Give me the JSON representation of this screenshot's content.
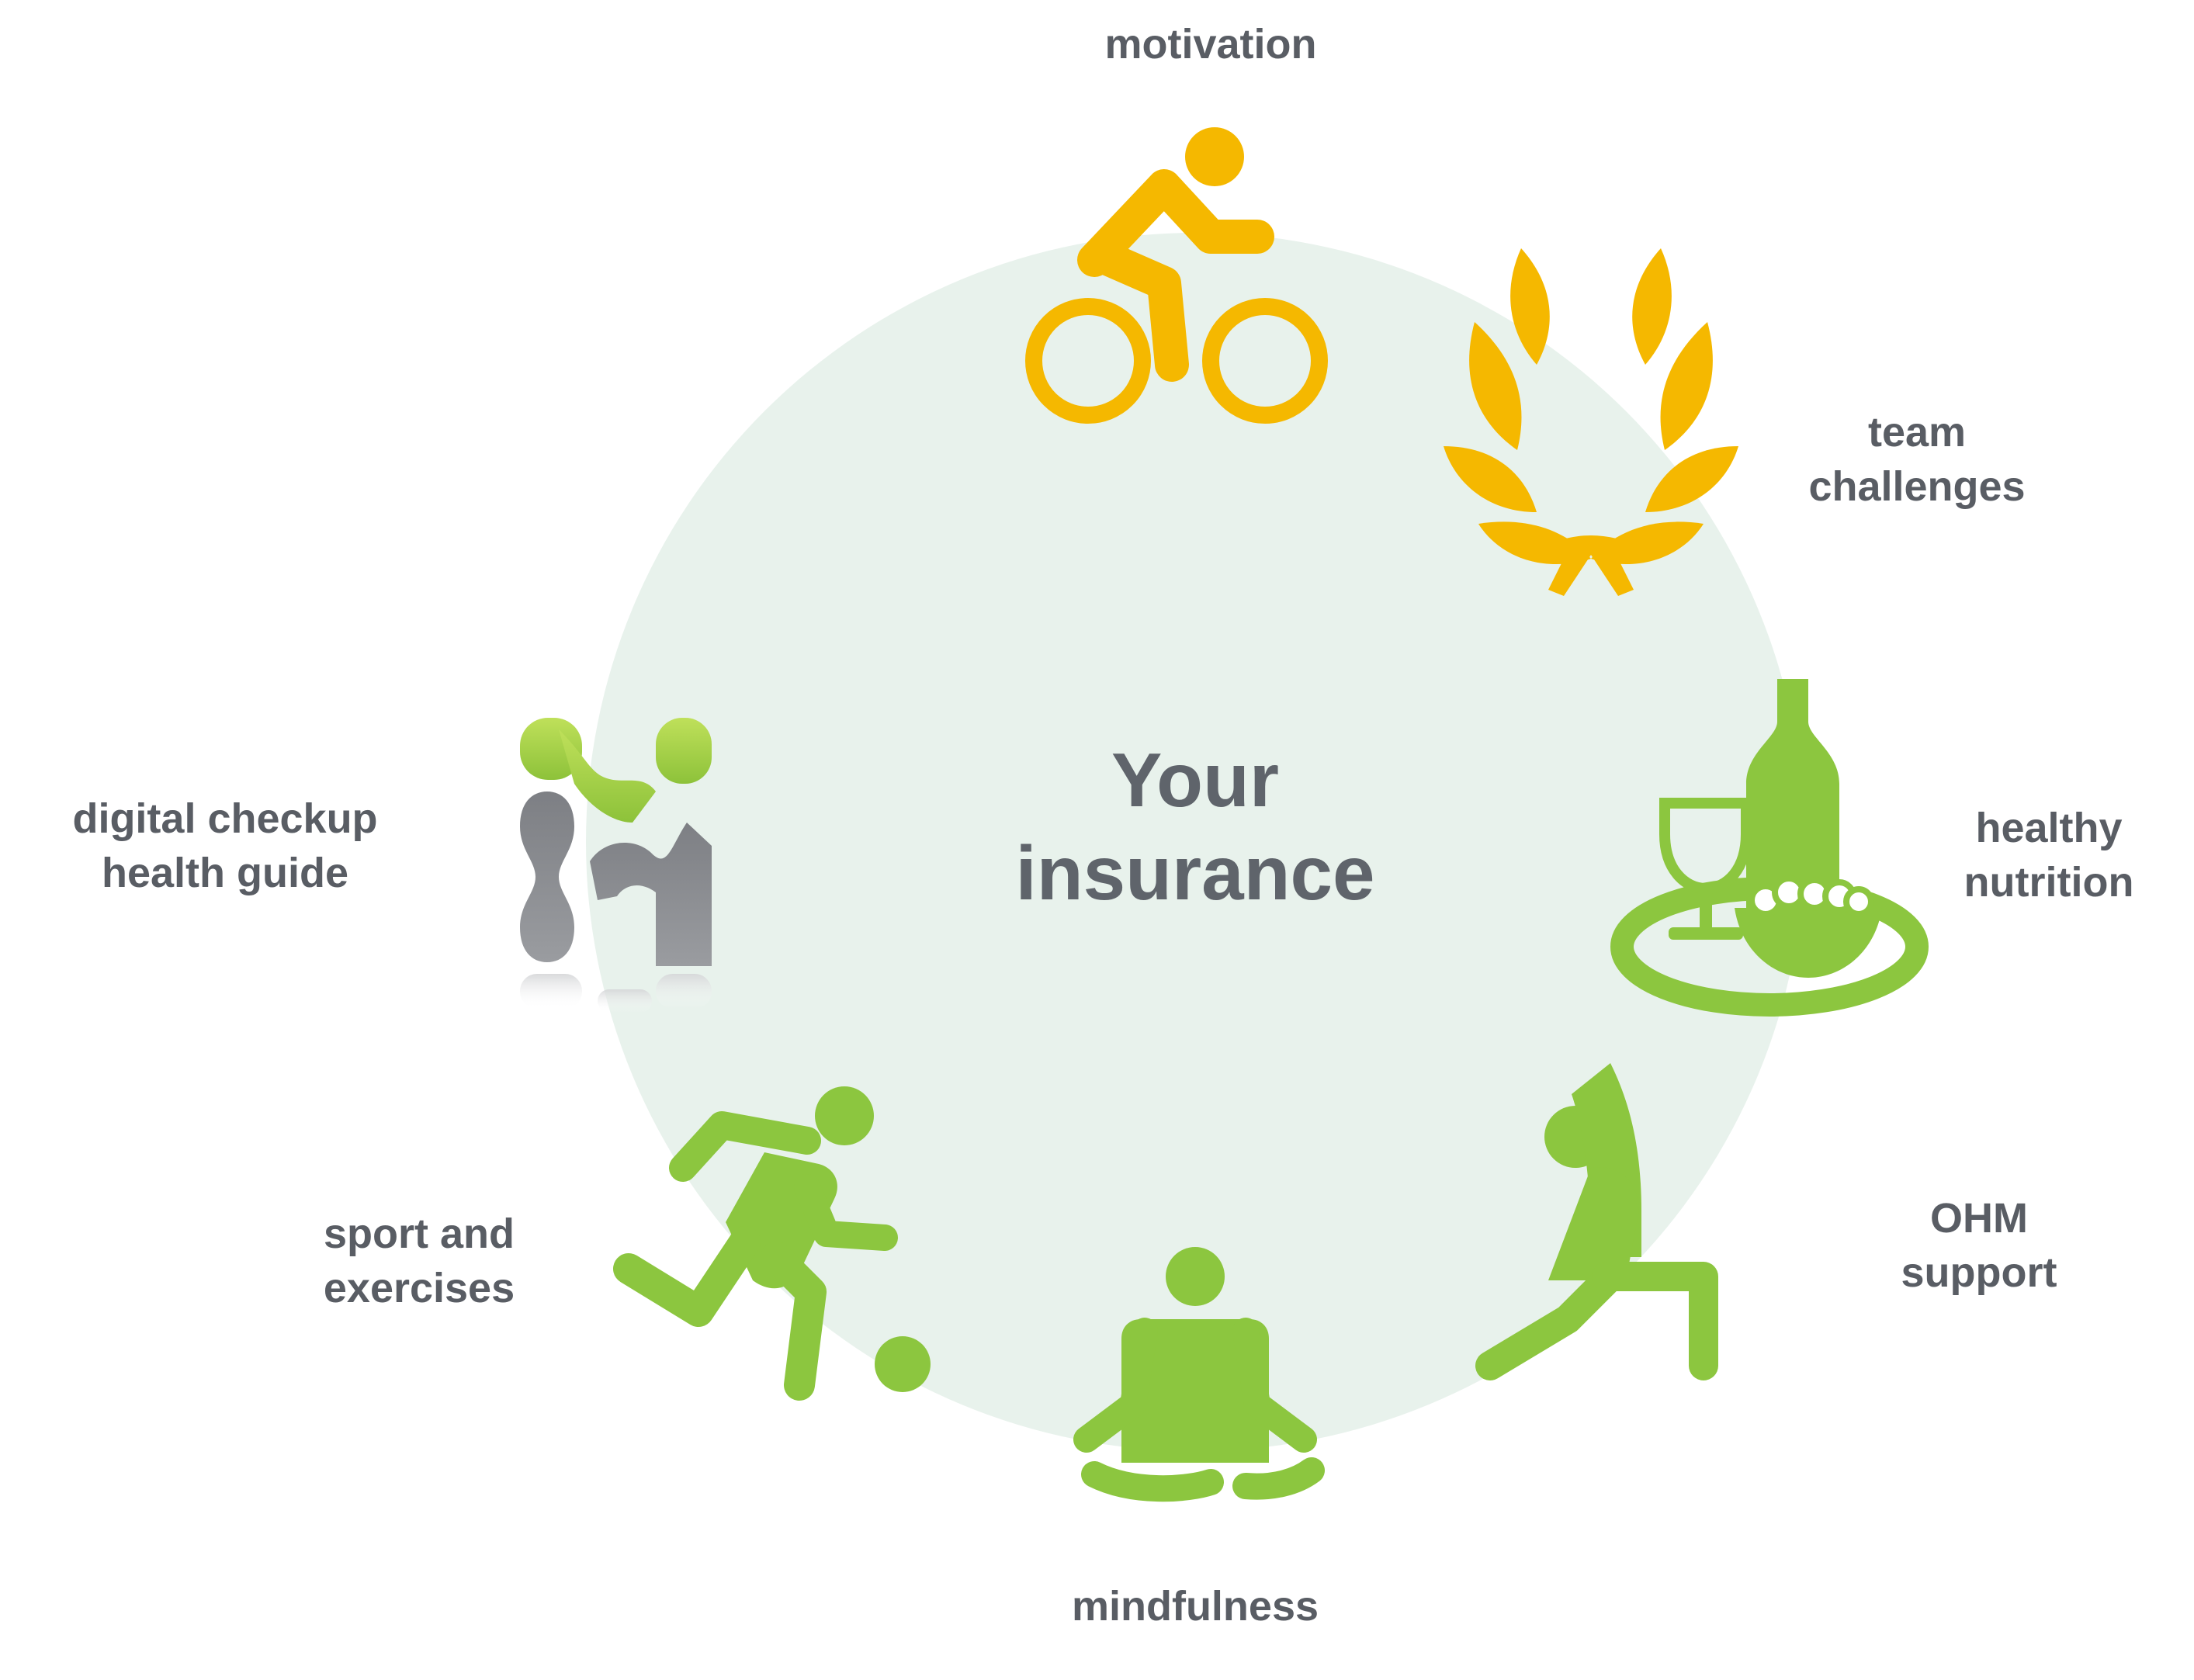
{
  "center": {
    "line1": "Your",
    "line2": "insurance"
  },
  "items": [
    {
      "lines": [
        "motivation"
      ],
      "icon": "cyclist-icon",
      "color": "#f5b800"
    },
    {
      "lines": [
        "team",
        "challenges"
      ],
      "icon": "laurel-wreath-icon",
      "color": "#f5b800"
    },
    {
      "lines": [
        "healthy",
        "nutrition"
      ],
      "icon": "food-tray-icon",
      "color": "#8cc63f"
    },
    {
      "lines": [
        "OHM",
        "support"
      ],
      "icon": "stretching-person-icon",
      "color": "#8cc63f"
    },
    {
      "lines": [
        "mindfulness"
      ],
      "icon": "meditation-icon",
      "color": "#8cc63f"
    },
    {
      "lines": [
        "sport and",
        "exercises"
      ],
      "icon": "soccer-player-icon",
      "color": "#8cc63f"
    },
    {
      "lines": [
        "digital checkup",
        "health guide"
      ],
      "icon": "app-logo-icon",
      "color": "#9acb3c"
    }
  ],
  "colors": {
    "circle": "#e8f2ec",
    "text": "#595d64",
    "yellow": "#f5b800",
    "green": "#8cc63f",
    "grey": "#8a8c90"
  }
}
